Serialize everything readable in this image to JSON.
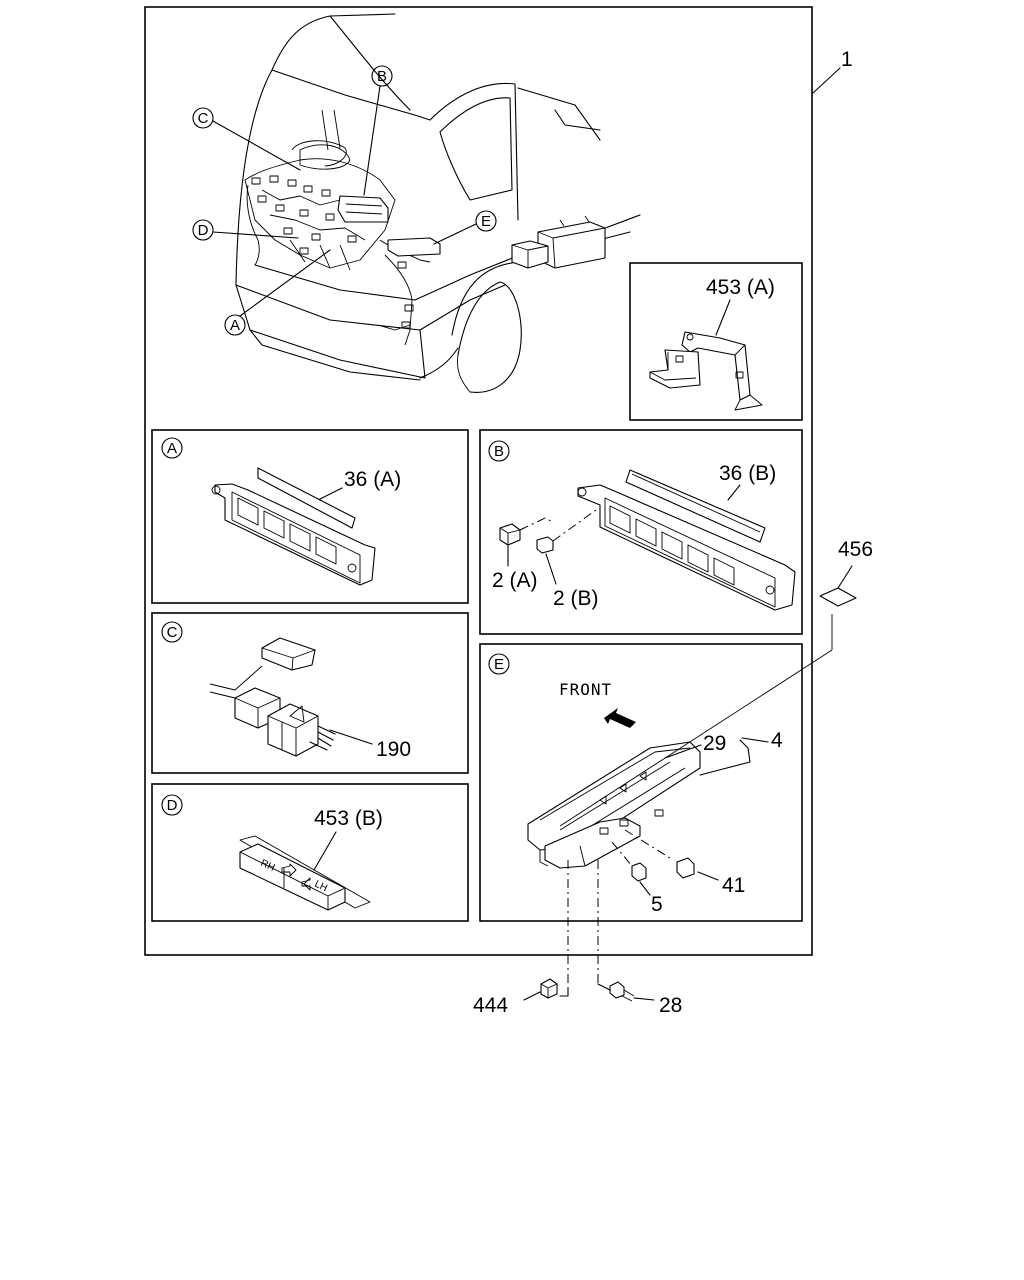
{
  "diagram": {
    "main_assembly_label": "1",
    "overview_callouts": {
      "a": "A",
      "b": "B",
      "c": "C",
      "d": "D",
      "e": "E"
    },
    "inset_453a": {
      "label": "453 (A)"
    },
    "panel_a": {
      "id": "A",
      "parts": {
        "bracket": "36 (A)"
      }
    },
    "panel_b": {
      "id": "B",
      "parts": {
        "bracket": "36 (B)",
        "clip_a": "2 (A)",
        "clip_b": "2 (B)"
      }
    },
    "panel_c": {
      "id": "C",
      "parts": {
        "connector": "190"
      }
    },
    "panel_d": {
      "id": "D",
      "parts": {
        "label_tape": "453 (B)"
      },
      "tape_marks": {
        "rh": "RH",
        "lh": "LH"
      }
    },
    "panel_e": {
      "id": "E",
      "front_text": "FRONT",
      "parts": {
        "cover": "29",
        "box": "4",
        "clip_41": "41",
        "clip_5": "5"
      }
    },
    "outside_parts": {
      "pad": "456",
      "nut": "444",
      "bolt": "28"
    }
  }
}
